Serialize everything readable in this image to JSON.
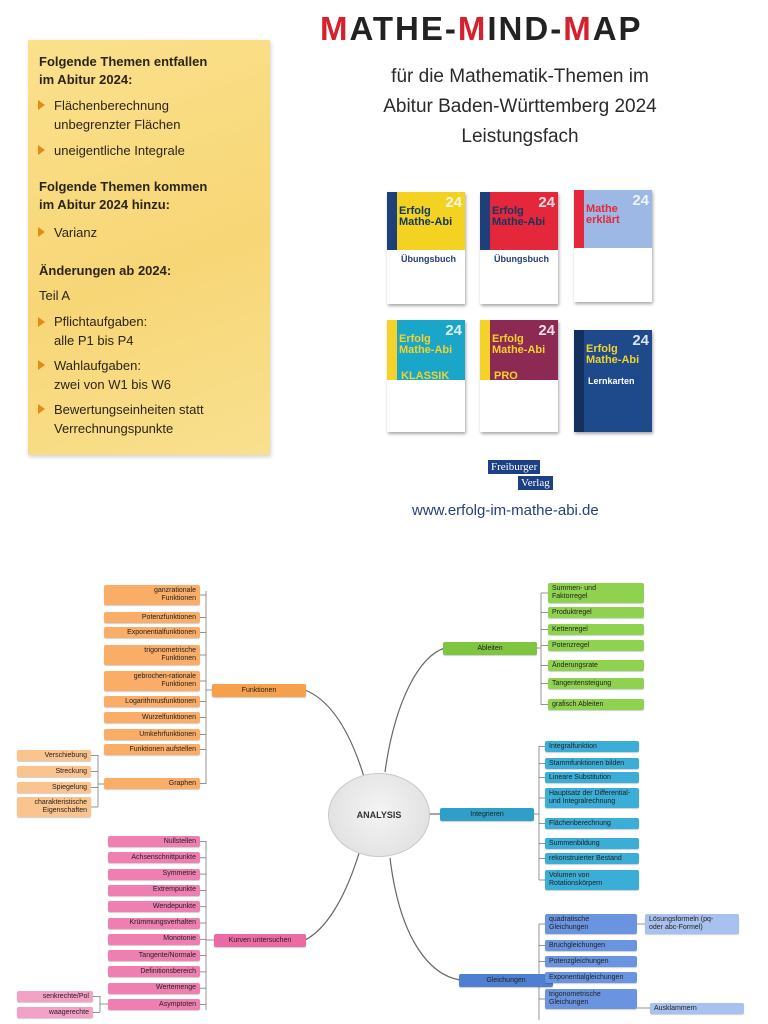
{
  "note": {
    "heading1_line1": "Folgende Themen entfallen",
    "heading1_line2": "im Abitur 2024:",
    "item1_line1": "Flächenberechnung",
    "item1_line2": "unbegrenzter Flächen",
    "item2": "uneigentliche Integrale",
    "heading2_line1": "Folgende Themen kommen",
    "heading2_line2": "im Abitur 2024 hinzu:",
    "item3": "Varianz",
    "heading3": "Änderungen ab 2024:",
    "teil": "Teil A",
    "item4_line1": "Pflichtaufgaben:",
    "item4_line2": "alle P1 bis P4",
    "item5_line1": "Wahlaufgaben:",
    "item5_line2": "zwei von W1 bis W6",
    "item6_line1": "Bewertungseinheiten statt",
    "item6_line2": "Verrechnungspunkte"
  },
  "title": {
    "part1_red": "M",
    "part1": "ATHE-",
    "part2_red": "M",
    "part2": "IND-",
    "part3_red": "M",
    "part3": "AP"
  },
  "subtitle": {
    "line1": "für die Mathematik-Themen im",
    "line2": "Abitur Baden-Württemberg 2024",
    "line3": "Leistungsfach"
  },
  "books": [
    {
      "title_line1": "Erfolg",
      "title_line2": "Mathe-Abi",
      "number": "24",
      "label": "Übungsbuch",
      "color": "#f3d221"
    },
    {
      "title_line1": "Erfolg",
      "title_line2": "Mathe-Abi",
      "number": "24",
      "label": "Übungsbuch",
      "color": "#e4273a"
    },
    {
      "title_line1": "Mathe",
      "title_line2": "erklärt",
      "number": "24",
      "label": "",
      "color": "#9db8e4"
    },
    {
      "title_line1": "Erfolg",
      "title_line2": "Mathe-Abi",
      "number": "24",
      "label": "KLASSIK",
      "color": "#1aa6c8"
    },
    {
      "title_line1": "Erfolg",
      "title_line2": "Mathe-Abi",
      "number": "24",
      "label": "PRO",
      "color": "#8c2a54"
    },
    {
      "title_line1": "Erfolg",
      "title_line2": "Mathe-Abi",
      "number": "24",
      "label": "Lernkarten",
      "color": "#1e4a8c"
    }
  ],
  "publisher": {
    "line1": "Freiburger",
    "line2": "Verlag"
  },
  "url": "www.erfolg-im-mathe-abi.de",
  "mindmap": {
    "center": "ANALYSIS",
    "hubs": {
      "funktionen": "Funktionen",
      "kurven": "Kurven untersuchen",
      "ableiten": "Ableiten",
      "integrieren": "Integrieren",
      "gleichungen": "Gleichungen"
    },
    "funktionen_items": [
      "ganzrationale Funktionen",
      "Potenzfunktionen",
      "Exponentialfunktionen",
      "trigonometrische Funktionen",
      "gebrochen-rationale Funktionen",
      "Logarithmusfunktionen",
      "Wurzelfunktionen",
      "Umkehrfunktionen",
      "Funktionen aufstellen",
      "Graphen"
    ],
    "graphen_items": [
      "Verschiebung",
      "Streckung",
      "Spiegelung",
      "charakteristische Eigenschaften"
    ],
    "kurven_items": [
      "Nullstellen",
      "Achsenschnittpunkte",
      "Symmetrie",
      "Extrempunkte",
      "Wendepunkte",
      "Krümmungsverhalten",
      "Monotonie",
      "Tangente/Normale",
      "Definitionsbereich",
      "Wertemenge",
      "Asymptoten"
    ],
    "asymptoten_items": [
      "senkrechte/Pol",
      "waagerechte"
    ],
    "ableiten_items": [
      "Summen- und Faktorregel",
      "Produktregel",
      "Kettenregel",
      "Potenzregel",
      "Änderungsrate",
      "Tangentensteigung",
      "grafisch Ableiten"
    ],
    "integrieren_items": [
      "Integralfunktion",
      "Stammfunktionen bilden",
      "Lineare Substitution",
      "Hauptsatz der Differential- und Integralrechnung",
      "Flächenberechnung",
      "Summenbildung",
      "rekonstruierter Bestand",
      "Volumen von Rotationskörpern"
    ],
    "gleichungen_items": [
      "quadratische Gleichungen",
      "Bruchgleichungen",
      "Potenzgleichungen",
      "Exponentialgleichungen",
      "trigonometrische Gleichungen"
    ],
    "quadratisch_sub": "Lösungsformeln (pq- oder abc-Formel)",
    "ausklammern": "Ausklammern"
  },
  "colors": {
    "orange": "#f7a04b",
    "pink": "#ec6aa3",
    "green": "#7ec640",
    "teal": "#2f9fc7",
    "blue": "#4f7fd1"
  }
}
